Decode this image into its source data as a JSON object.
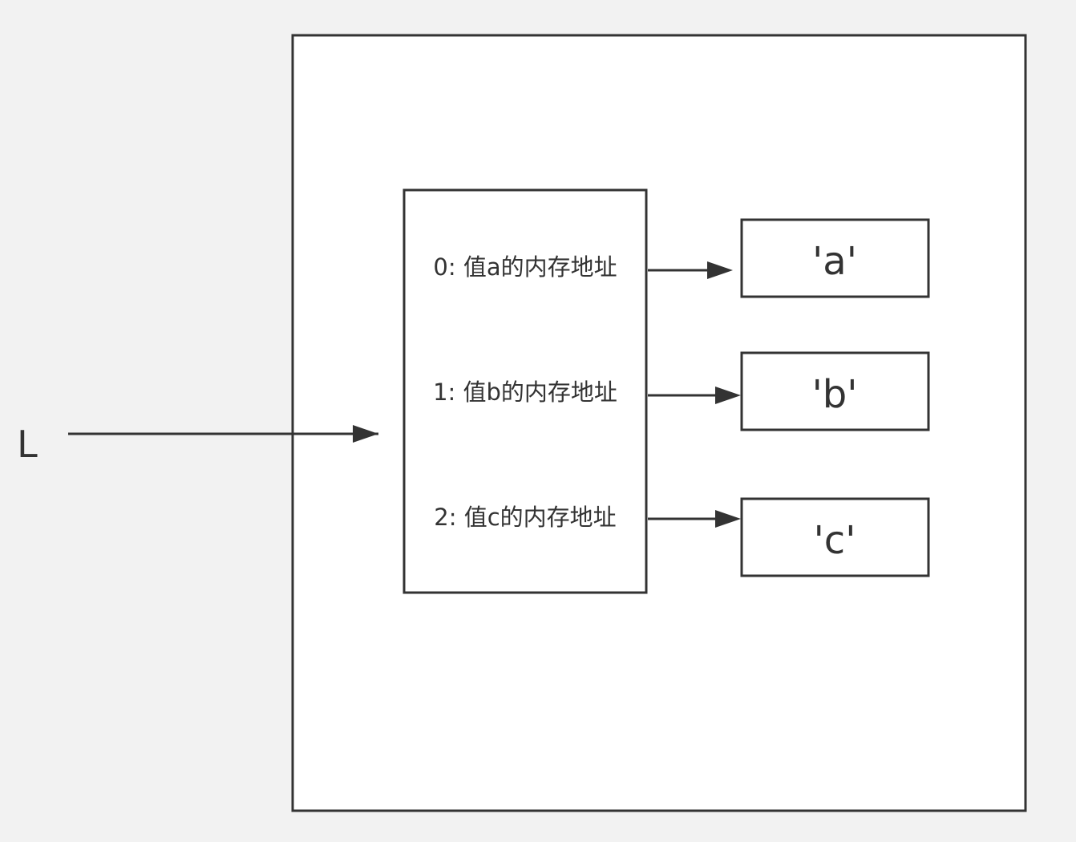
{
  "diagram": {
    "variable_label": "L",
    "list_entries": [
      "0: 值a的内存地址",
      "1: 值b的内存地址",
      "2: 值c的内存地址"
    ],
    "values": [
      "'a'",
      "'b'",
      "'c'"
    ],
    "colors": {
      "background": "#f2f2f2",
      "stroke": "#333333",
      "box_fill": "#ffffff"
    }
  }
}
